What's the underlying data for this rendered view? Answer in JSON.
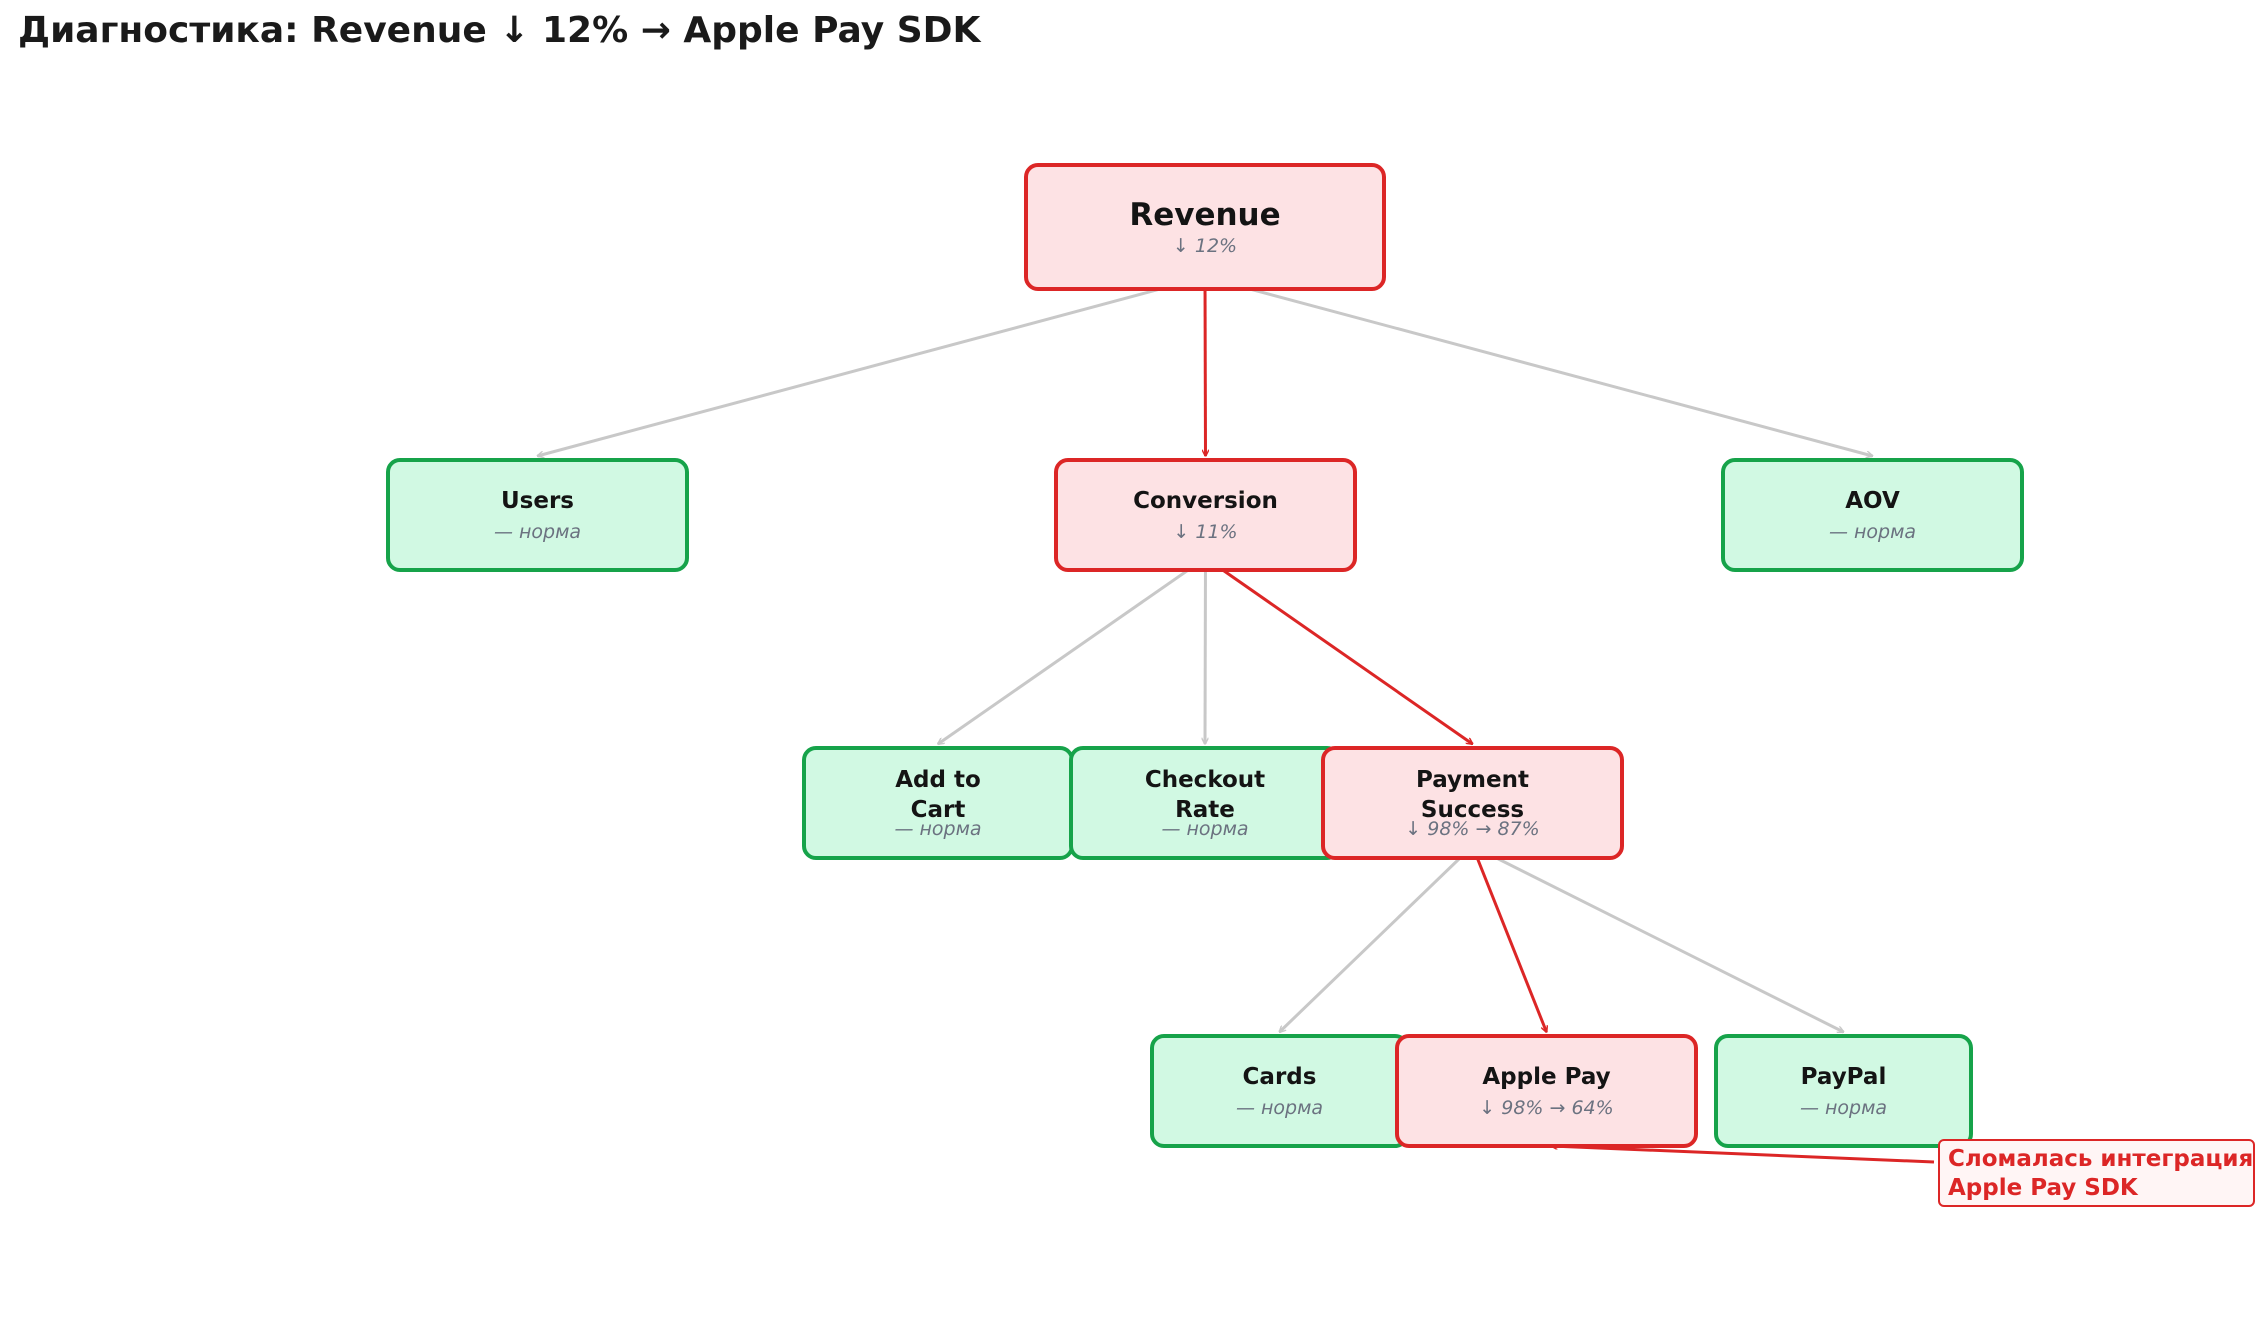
{
  "title": "Диагностика: Revenue ↓ 12% → Apple Pay SDK",
  "colors": {
    "ok_fill": "#d1f9e3",
    "ok_border": "#16a34a",
    "bad_fill": "#fde2e4",
    "bad_border": "#dc2626",
    "edge_normal": "#c8c8c8",
    "edge_alert": "#dc2626"
  },
  "nodes": {
    "revenue": {
      "label": "Revenue",
      "sub": "↓ 12%",
      "status": "bad"
    },
    "users": {
      "label": "Users",
      "sub": "— норма",
      "status": "ok"
    },
    "conversion": {
      "label": "Conversion",
      "sub": "↓ 11%",
      "status": "bad"
    },
    "aov": {
      "label": "AOV",
      "sub": "— норма",
      "status": "ok"
    },
    "add_to_cart": {
      "label_lines": [
        "Add to",
        "Cart"
      ],
      "sub": "— норма",
      "status": "ok"
    },
    "checkout_rate": {
      "label_lines": [
        "Checkout",
        "Rate"
      ],
      "sub": "— норма",
      "status": "ok"
    },
    "payment_success": {
      "label_lines": [
        "Payment",
        "Success"
      ],
      "sub": "↓ 98% → 87%",
      "status": "bad"
    },
    "cards": {
      "label": "Cards",
      "sub": "— норма",
      "status": "ok"
    },
    "apple_pay": {
      "label": "Apple Pay",
      "sub": "↓ 98% → 64%",
      "status": "bad"
    },
    "paypal": {
      "label": "PayPal",
      "sub": "— норма",
      "status": "ok"
    }
  },
  "edges": [
    {
      "from": "revenue",
      "to": "users",
      "alert": false
    },
    {
      "from": "revenue",
      "to": "conversion",
      "alert": true
    },
    {
      "from": "revenue",
      "to": "aov",
      "alert": false
    },
    {
      "from": "conversion",
      "to": "add_to_cart",
      "alert": false
    },
    {
      "from": "conversion",
      "to": "checkout_rate",
      "alert": false
    },
    {
      "from": "conversion",
      "to": "payment_success",
      "alert": true
    },
    {
      "from": "payment_success",
      "to": "cards",
      "alert": false
    },
    {
      "from": "payment_success",
      "to": "apple_pay",
      "alert": true
    },
    {
      "from": "payment_success",
      "to": "paypal",
      "alert": false
    }
  ],
  "annotation": {
    "lines": [
      "Сломалась интеграция",
      "Apple Pay SDK"
    ],
    "target": "apple_pay"
  }
}
